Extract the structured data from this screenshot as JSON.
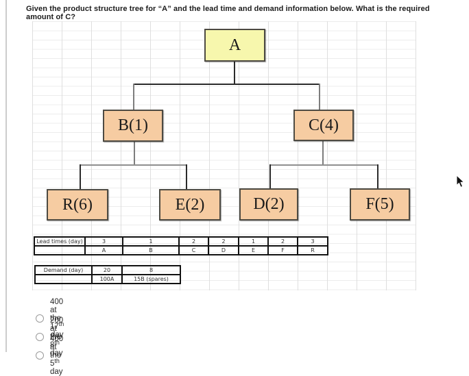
{
  "question": "Given the product structure tree for “A” and the lead time and demand information below. What is the required amount of C?",
  "tree": {
    "root": {
      "label": "A"
    },
    "level1": [
      {
        "label": "B(1)"
      },
      {
        "label": "C(4)"
      }
    ],
    "level2": [
      {
        "label": "R(6)"
      },
      {
        "label": "E(2)"
      },
      {
        "label": "D(2)"
      },
      {
        "label": "F(5)"
      }
    ]
  },
  "lead_times": {
    "row_label": "Lead times (day)",
    "leads": [
      "3",
      "1",
      "2",
      "2",
      "1",
      "2",
      "3"
    ],
    "items": [
      "A",
      "B",
      "C",
      "D",
      "E",
      "F",
      "R"
    ]
  },
  "demand": {
    "row_label": "Demand (day)",
    "values": [
      "20",
      "8"
    ],
    "items": [
      "100A",
      "15B (spares)"
    ]
  },
  "options": [
    {
      "prefix": "400 at the ",
      "day": "17",
      "ordinal": "th",
      "suffix": " day"
    },
    {
      "prefix": "200 at the ",
      "day": "8",
      "ordinal": "th",
      "suffix": " day"
    },
    {
      "prefix": "400 at the ",
      "day": "5",
      "ordinal": "th",
      "suffix": " day"
    }
  ],
  "colors": {
    "root_fill": "#f7f7ad",
    "node_fill": "#f6cca2",
    "grid_line": "#dedede"
  }
}
